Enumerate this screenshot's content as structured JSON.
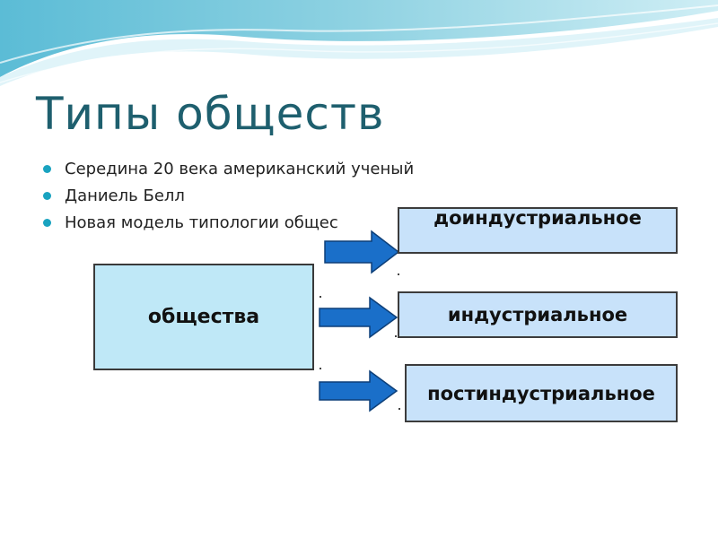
{
  "slide": {
    "title": "Типы обществ",
    "bullets": [
      "Середина  20 века американский  ученый",
      "Даниель Белл",
      "Новая модель типологии общес"
    ]
  },
  "diagram": {
    "center_label": "общества",
    "types": [
      "доиндустриальное",
      "индустриальное",
      "постиндустриальное"
    ]
  },
  "colors": {
    "title": "#1e5f6e",
    "bullet": "#19a3c0",
    "center_fill": "#bfe8f7",
    "type_fill": "#c8e2fa",
    "arrow": "#1a6fc9",
    "wave": "#8fd2e2"
  }
}
